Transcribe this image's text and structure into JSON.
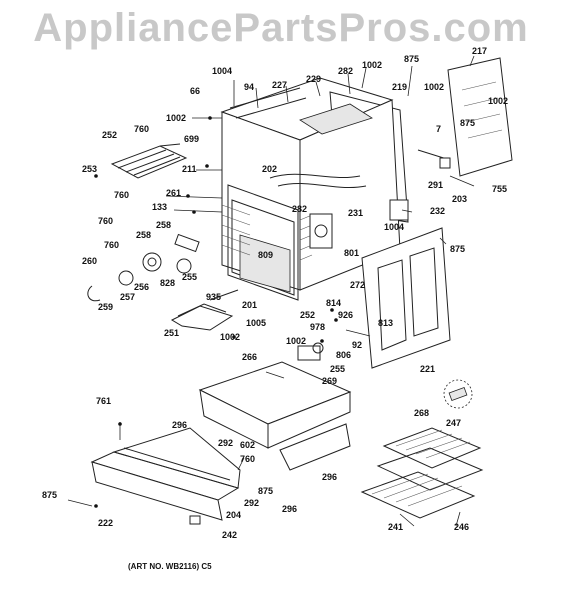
{
  "watermark": "AppliancePartsPros.com",
  "art_number": "(ART NO. WB2116) C5",
  "labels": {
    "l1004a": "1004",
    "l94": "94",
    "l227": "227",
    "l229": "229",
    "l282a": "282",
    "l1002a": "1002",
    "l875a": "875",
    "l217": "217",
    "l66": "66",
    "l219": "219",
    "l1002b": "1002",
    "l1002c": "1002",
    "l1002d": "1002",
    "l252a": "252",
    "l760a": "760",
    "l699": "699",
    "l875b": "875",
    "l7": "7",
    "l211": "211",
    "l253": "253",
    "l202": "202",
    "l291": "291",
    "l755": "755",
    "l760b": "760",
    "l261": "261",
    "l203": "203",
    "l133": "133",
    "l760c": "760",
    "l282b": "282",
    "l231": "231",
    "l232": "232",
    "l258a": "258",
    "l1004b": "1004",
    "l875c": "875",
    "l258b": "258",
    "l760d": "760",
    "l809": "809",
    "l801": "801",
    "l260": "260",
    "l255a": "255",
    "l828": "828",
    "l272": "272",
    "l256": "256",
    "l257": "257",
    "l259": "259",
    "l935": "935",
    "l201": "201",
    "l814": "814",
    "l252b": "252",
    "l926": "926",
    "l1005": "1005",
    "l978": "978",
    "l813": "813",
    "l251": "251",
    "l1002e": "1002",
    "l1002f": "1002",
    "l92": "92",
    "l806": "806",
    "l221": "221",
    "l266": "266",
    "l255b": "255",
    "l269": "269",
    "l761": "761",
    "l268": "268",
    "l296a": "296",
    "l247": "247",
    "l292a": "292",
    "l602": "602",
    "l760e": "760",
    "l296b": "296",
    "l875d": "875",
    "l875e": "875",
    "l292b": "292",
    "l204": "204",
    "l296c": "296",
    "l222": "222",
    "l241": "241",
    "l246": "246",
    "l242": "242"
  },
  "colors": {
    "watermark": "#c8c8c8",
    "ink": "#111111",
    "background": "#ffffff"
  }
}
